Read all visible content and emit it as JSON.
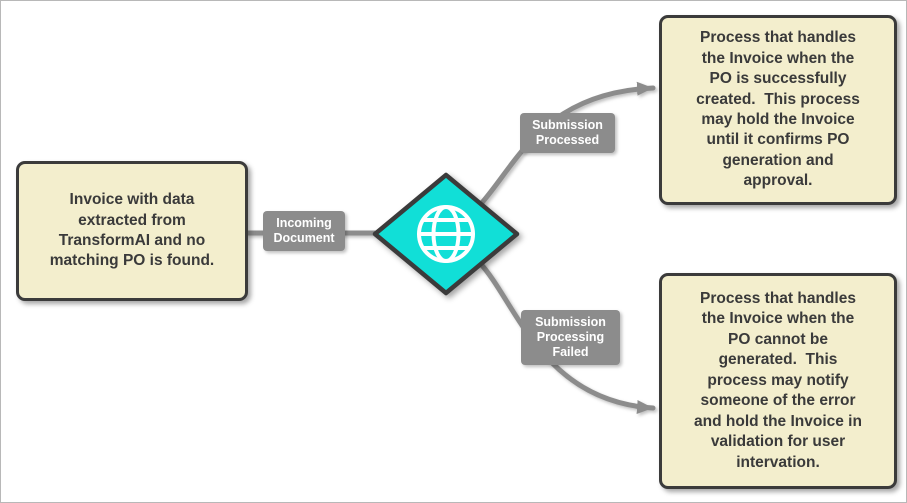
{
  "colors": {
    "box_fill": "#f3eecd",
    "box_border": "#3b3b3b",
    "box_text": "#3a3a3a",
    "diamond_fill": "#11dfd7",
    "label_bg": "#8c8c8c",
    "label_text": "#ffffff",
    "arrow": "#8c8c8c",
    "globe_icon": "#ffffff"
  },
  "nodes": {
    "source": {
      "text": "Invoice with data\nextracted from\nTransformAI and no\nmatching PO is found."
    },
    "gateway": {
      "icon": "globe-icon"
    },
    "success": {
      "text": "Process that handles\nthe Invoice when the\nPO is successfully\ncreated.  This process\nmay hold the Invoice\nuntil it confirms PO\ngeneration and\napproval."
    },
    "failure": {
      "text": "Process that handles\nthe Invoice when the\nPO cannot be\ngenerated.  This\nprocess may notify\nsomeone of the error\nand hold the Invoice in\nvalidation for user\nintervation."
    }
  },
  "edges": {
    "incoming": {
      "label": "Incoming\nDocument"
    },
    "processed": {
      "label": "Submission\nProcessed"
    },
    "failed": {
      "label": "Submission\nProcessing\nFailed"
    }
  }
}
